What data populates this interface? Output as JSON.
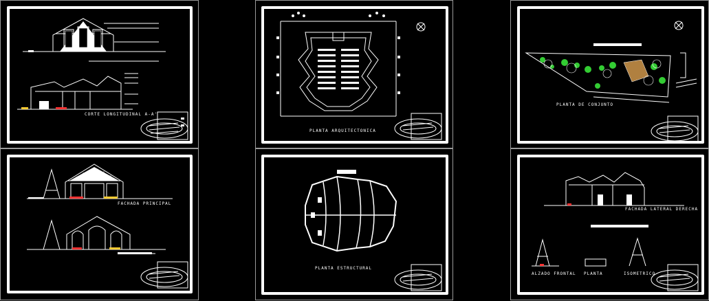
{
  "colors": {
    "background": "#000000",
    "line": "#ffffff",
    "sheet_border": "#9a9a9a",
    "vegetation": "#33cc33",
    "accent_red": "#ff3333",
    "accent_yellow": "#ffcc33",
    "roof_brown": "#b08040"
  },
  "sheets": [
    {
      "id": "s1",
      "label": "CORTE LONGITUDINAL A-A'"
    },
    {
      "id": "s2",
      "label": "FACHADA PRINCIPAL"
    },
    {
      "id": "s3",
      "label": "PLANTA ARQUITECTONICA"
    },
    {
      "id": "s4",
      "label": "PLANTA ESTRUCTURAL"
    },
    {
      "id": "s5",
      "label": "PLANTA DE CONJUNTO"
    },
    {
      "id": "s6",
      "label": "FACHADA LATERAL DERECHA",
      "sub": [
        "ALZADO FRONTAL",
        "PLANTA",
        "ISOMETRICO"
      ]
    }
  ]
}
